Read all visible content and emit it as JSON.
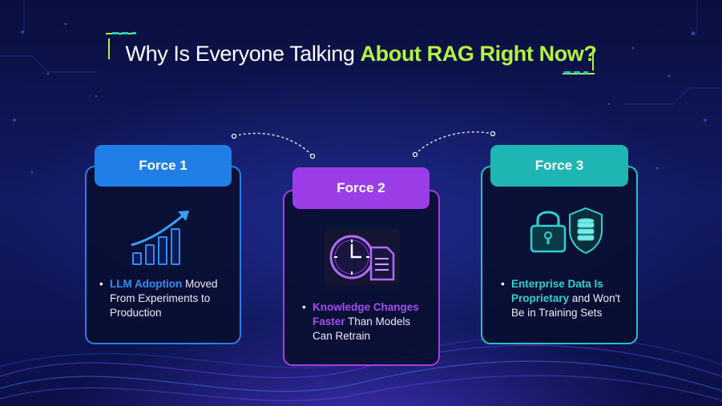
{
  "title": {
    "prefix": "Why Is Everyone Talking ",
    "highlight": "About RAG Right Now?"
  },
  "forces": [
    {
      "label": "Force 1",
      "icon": "growth-bar-chart-icon",
      "highlight": "LLM Adoption",
      "text": " Moved From Experiments to Production",
      "color": "#1f7fe6"
    },
    {
      "label": "Force 2",
      "icon": "clock-document-icon",
      "highlight": "Knowledge Changes Faster",
      "text": " Than Models Can Retrain",
      "color": "#9b3ee8"
    },
    {
      "label": "Force 3",
      "icon": "lock-shield-database-icon",
      "highlight": "Enterprise Data Is Proprietary",
      "text": " and Won't Be in Training Sets",
      "color": "#1eb6b3"
    }
  ],
  "accent_color": "#b5f23d"
}
